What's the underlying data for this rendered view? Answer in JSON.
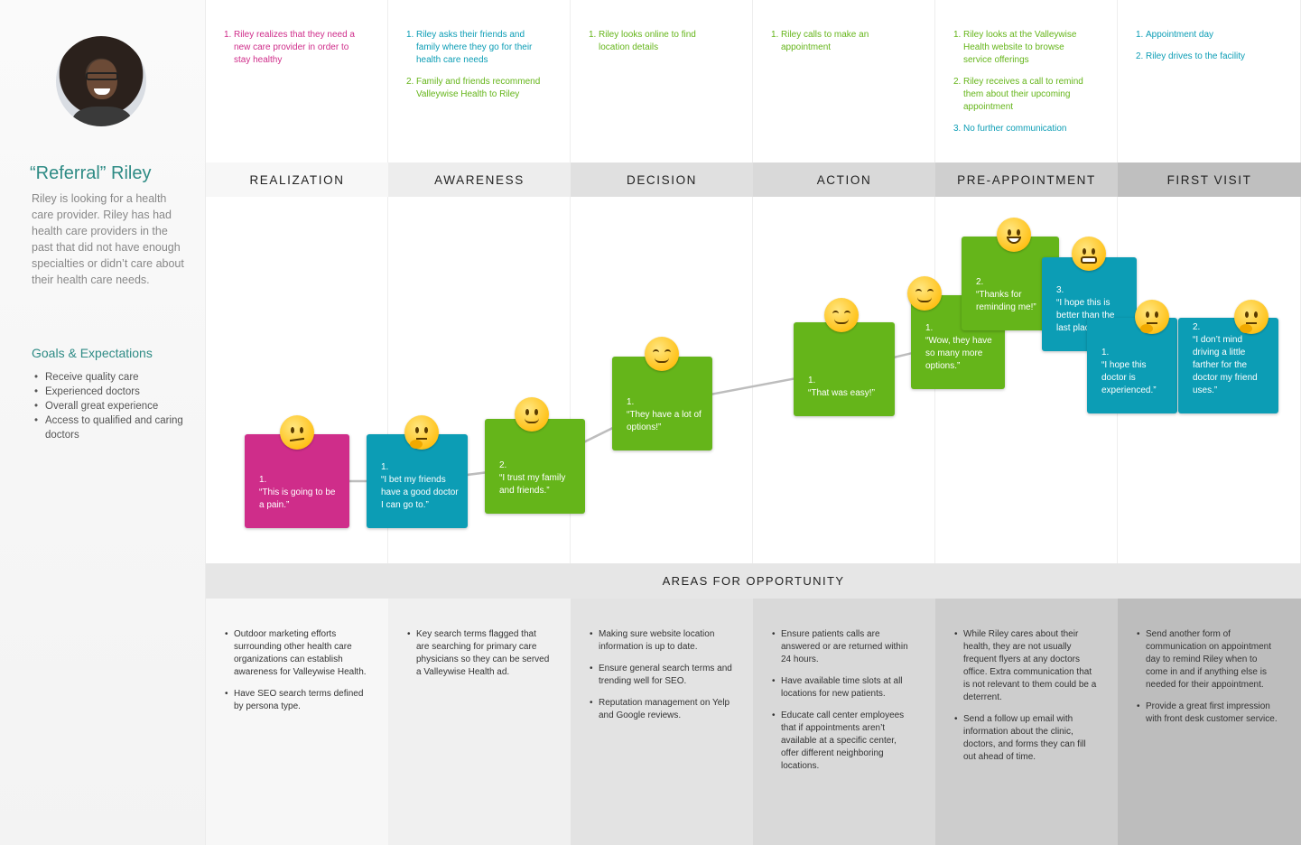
{
  "persona": {
    "name": "“Referral” Riley",
    "description": "Riley is looking for a health care provider. Riley has had health care providers in the past that did not have enough specialties or didn’t care about their health care needs.",
    "goals_title": "Goals & Expectations",
    "goals": [
      "Receive quality care",
      "Experienced doctors",
      "Overall great experience",
      "Access to qualified and caring doctors"
    ]
  },
  "colors": {
    "teal_heading": "#2e8b85",
    "magenta": "#cf2d8a",
    "teal": "#0c9db5",
    "green": "#65b51a"
  },
  "phases": [
    {
      "label": "REALIZATION",
      "steps": [
        {
          "num": "1.",
          "text": "Riley realizes that they need a new care provider in order to stay healthy",
          "color": "#cf2d8a"
        }
      ],
      "opportunities": [
        "Outdoor marketing efforts surrounding other health care organizations can establish awareness for Valleywise Health.",
        "Have SEO search terms defined by persona type."
      ]
    },
    {
      "label": "AWARENESS",
      "steps": [
        {
          "num": "1.",
          "text": "Riley asks their friends and family where they go for their health care needs",
          "color": "#0c9db5"
        },
        {
          "num": "2.",
          "text": "Family and friends recommend Valleywise Health to Riley",
          "color": "#65b51a"
        }
      ],
      "opportunities": [
        "Key search terms flagged that are searching for primary care physicians so they can be served a Valleywise Health ad."
      ]
    },
    {
      "label": "DECISION",
      "steps": [
        {
          "num": "1.",
          "text": "Riley looks online to find location details",
          "color": "#65b51a"
        }
      ],
      "opportunities": [
        "Making sure website location information is up to date.",
        "Ensure general search terms and trending well for SEO.",
        "Reputation management on Yelp and Google reviews."
      ]
    },
    {
      "label": "ACTION",
      "steps": [
        {
          "num": "1.",
          "text": "Riley calls to make an appointment",
          "color": "#65b51a"
        }
      ],
      "opportunities": [
        "Ensure patients calls are answered or are returned within 24 hours.",
        "Have available time slots at all locations for new patients.",
        "Educate call center employees that if appointments aren’t available at a specific center, offer different neighboring locations."
      ]
    },
    {
      "label": "PRE-APPOINTMENT",
      "steps": [
        {
          "num": "1.",
          "text": "Riley looks at the Valleywise Health website to browse service offerings",
          "color": "#65b51a"
        },
        {
          "num": "2.",
          "text": "Riley receives a call to remind them about their upcoming appointment",
          "color": "#65b51a"
        },
        {
          "num": "3.",
          "text": "No further communication",
          "color": "#0c9db5"
        }
      ],
      "opportunities": [
        "While Riley cares about their health, they are not usually frequent flyers at any doctors office. Extra communication that is not relevant to them could be a deterrent.",
        "Send a follow up email with information about the clinic, doctors, and forms they can fill out ahead of time."
      ]
    },
    {
      "label": "FIRST VISIT",
      "steps": [
        {
          "num": "1.",
          "text": "Appointment day",
          "color": "#0c9db5"
        },
        {
          "num": "2.",
          "text": "Riley drives to the facility",
          "color": "#0c9db5"
        }
      ],
      "opportunities": [
        "Send another form of communication on appointment day to remind Riley when to come in and if anything else is needed for their appointment.",
        "Provide a great first impression with front desk customer service."
      ]
    }
  ],
  "opportunity_title": "AREAS FOR OPPORTUNITY",
  "cards": [
    {
      "num": "1.",
      "quote": "“This is going to be a pain.”",
      "color": "magenta",
      "emoji": "confused"
    },
    {
      "num": "1.",
      "quote": "“I bet my friends have a good doctor I can go to.”",
      "color": "teal",
      "emoji": "thinking"
    },
    {
      "num": "2.",
      "quote": "“I trust my family and friends.”",
      "color": "green",
      "emoji": "smile"
    },
    {
      "num": "1.",
      "quote": "“They have a lot of options!”",
      "color": "green",
      "emoji": "happy"
    },
    {
      "num": "1.",
      "quote": "“That was easy!”",
      "color": "green",
      "emoji": "happy"
    },
    {
      "num": "1.",
      "quote": "“Wow, they have so many more options.”",
      "color": "green",
      "emoji": "happy"
    },
    {
      "num": "2.",
      "quote": "“Thanks for reminding me!”",
      "color": "green",
      "emoji": "grin"
    },
    {
      "num": "3.",
      "quote": "“I hope this is better than the last place.”",
      "color": "teal",
      "emoji": "grimace"
    },
    {
      "num": "1.",
      "quote": "“I hope this doctor is experienced.”",
      "color": "teal",
      "emoji": "thinking"
    },
    {
      "num": "2.",
      "quote": "“I don’t mind driving a little farther for the doctor my friend uses.”",
      "color": "teal",
      "emoji": "thinking"
    }
  ]
}
